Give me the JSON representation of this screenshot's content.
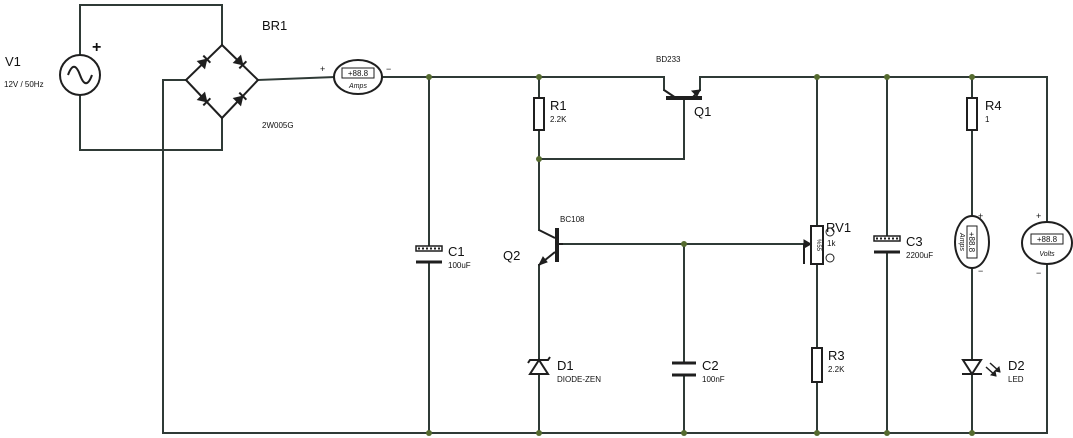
{
  "components": {
    "v1": {
      "ref": "V1",
      "value": "12V / 50Hz",
      "plus": "+"
    },
    "br1": {
      "ref": "BR1",
      "value": "2W005G"
    },
    "am1": {
      "reading": "+88.8",
      "unit": "Amps",
      "plus": "+",
      "minus": "−"
    },
    "c1": {
      "ref": "C1",
      "value": "100uF"
    },
    "r1": {
      "ref": "R1",
      "value": "2.2K"
    },
    "q1": {
      "ref": "Q1",
      "value": "BD233"
    },
    "q2": {
      "ref": "Q2",
      "value": "BC108"
    },
    "d1": {
      "ref": "D1",
      "value": "DIODE-ZEN"
    },
    "c2": {
      "ref": "C2",
      "value": "100nF"
    },
    "rv1": {
      "ref": "RV1",
      "value": "1k",
      "percent": "%55"
    },
    "r3": {
      "ref": "R3",
      "value": "2.2K"
    },
    "c3": {
      "ref": "C3",
      "value": "2200uF"
    },
    "r4": {
      "ref": "R4",
      "value": "1"
    },
    "am2": {
      "reading": "+88.8",
      "unit": "Amps",
      "plus": "+",
      "minus": "−"
    },
    "d2": {
      "ref": "D2",
      "value": "LED"
    },
    "vm1": {
      "reading": "+88.8",
      "unit": "Volts",
      "plus": "+",
      "minus": "−"
    }
  },
  "colors": {
    "wire": "#2f3a36",
    "junction": "#556b2f",
    "component": "#1f1f1f"
  }
}
